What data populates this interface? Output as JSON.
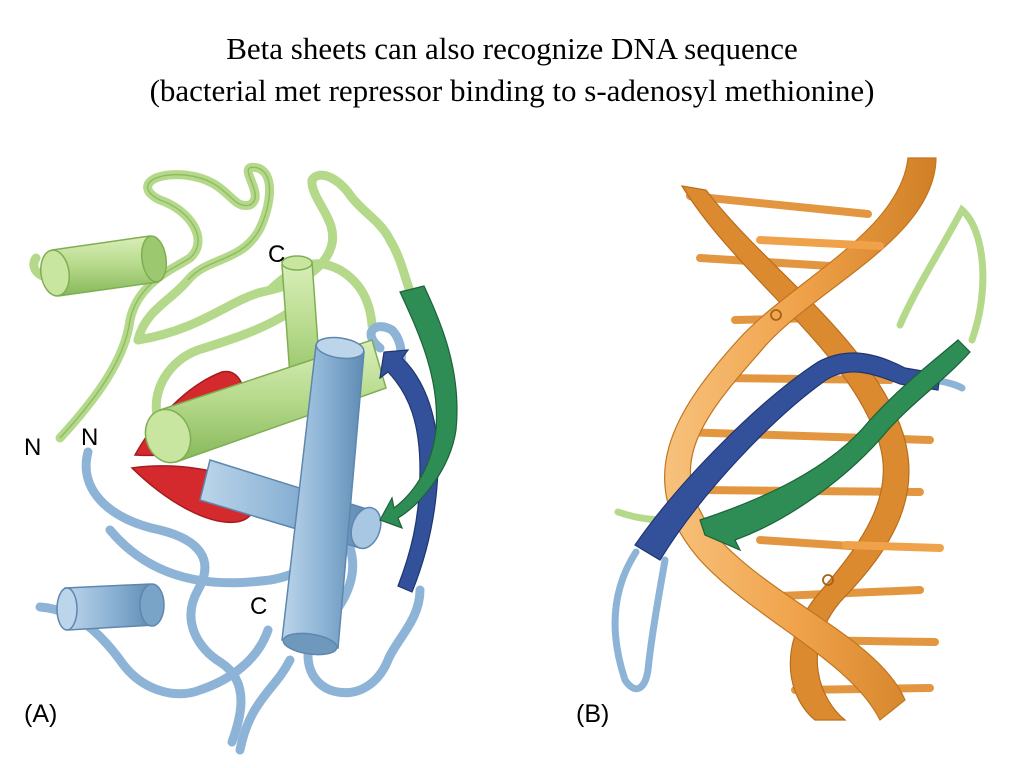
{
  "title": {
    "line1": "Beta sheets can also recognize DNA sequence",
    "line2": "(bacterial met repressor binding to s-adenosyl methionine)"
  },
  "panel_a": {
    "label": "(A)",
    "terminus_labels": {
      "n_green": "N",
      "n_blue": "N",
      "c_green": "C",
      "c_blue": "C"
    }
  },
  "panel_b": {
    "label": "(B)"
  },
  "colors": {
    "green_subunit": "#b5d98a",
    "green_dark": "#7fae52",
    "blue_subunit": "#8db4d6",
    "blue_dark": "#5d87ad",
    "beta_green": "#2e8c55",
    "beta_blue": "#33519a",
    "ligand_red": "#d42a2e",
    "dna_orange": "#f0a24a",
    "dna_orange_dark": "#d07f25"
  }
}
